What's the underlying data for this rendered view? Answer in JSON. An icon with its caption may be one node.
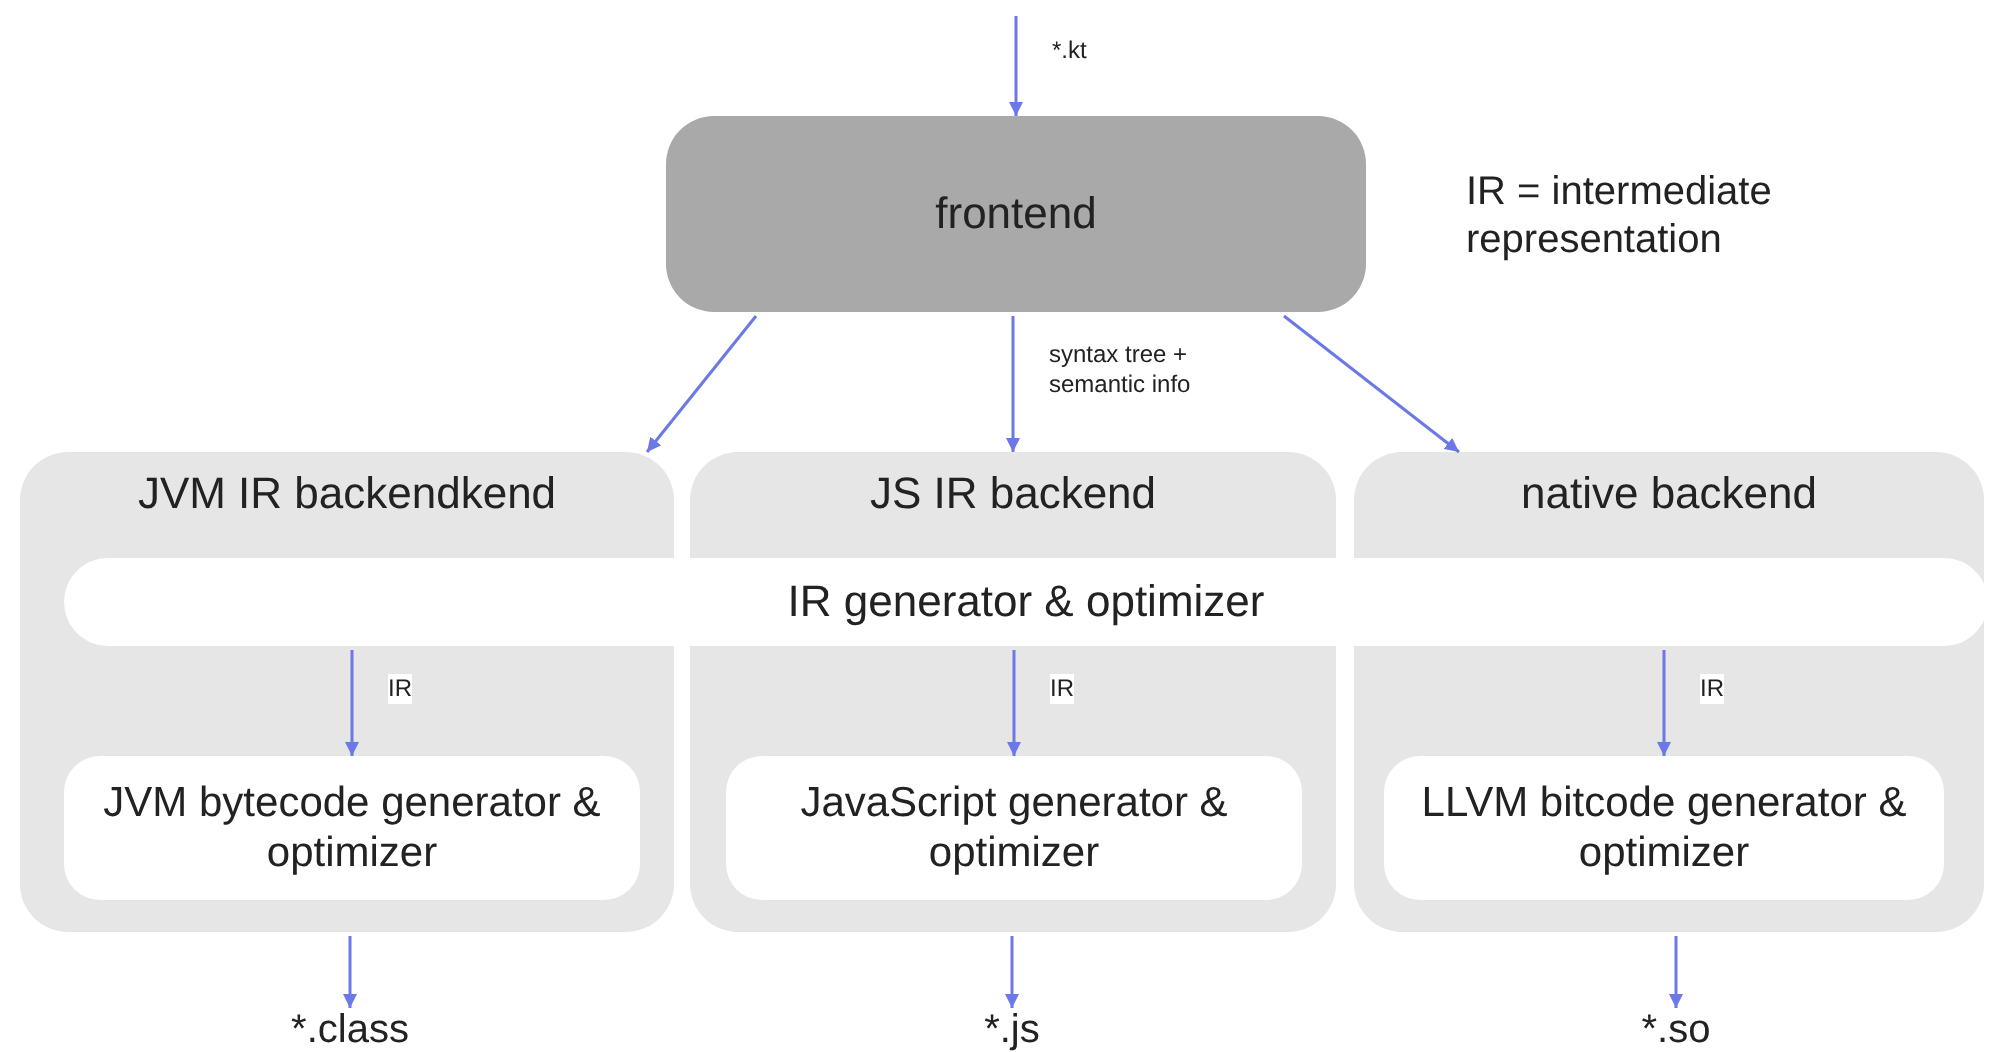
{
  "diagram": {
    "nodes": [
      {
        "text": [
          "frontend"
        ]
      },
      {
        "text": [
          "JVM IR backendkend"
        ]
      },
      {
        "text": [
          "JS IR backend"
        ]
      },
      {
        "text": [
          "native backend"
        ]
      },
      {
        "text": [
          "IR generator & optimizer"
        ]
      },
      {
        "text": [
          "JVM bytecode generator &  optimizer"
        ],
        "in": 1
      },
      {
        "text": [
          "JavaScript generator & optimizer"
        ],
        "in": 2
      },
      {
        "text": [
          "LLVM bitcode generator &  optimizer"
        ],
        "in": 3
      },
      {
        "text": [
          "*.class"
        ]
      },
      {
        "text": [
          "*.js"
        ]
      },
      {
        "text": [
          "*.so"
        ]
      }
    ],
    "edges": [
      {
        "from": null,
        "to": 0,
        "arrow": "to",
        "label": "*.kt"
      },
      {
        "from": 0,
        "to": 1,
        "arrow": "to"
      },
      {
        "from": 0,
        "to": 2,
        "arrow": "to",
        "label": "syntax tree + semantic info"
      },
      {
        "from": 0,
        "to": 3,
        "arrow": "to"
      },
      {
        "from": 4,
        "to": 5,
        "arrow": "to",
        "label": "IR"
      },
      {
        "from": 4,
        "to": 6,
        "arrow": "to",
        "label": "IR"
      },
      {
        "from": 4,
        "to": 7,
        "arrow": "to",
        "label": "IR"
      },
      {
        "from": 1,
        "to": 8,
        "arrow": "to"
      },
      {
        "from": 2,
        "to": 9,
        "arrow": "to"
      },
      {
        "from": 3,
        "to": 10,
        "arrow": "to"
      }
    ],
    "labels": [
      "IR = intermediate representation"
    ]
  }
}
